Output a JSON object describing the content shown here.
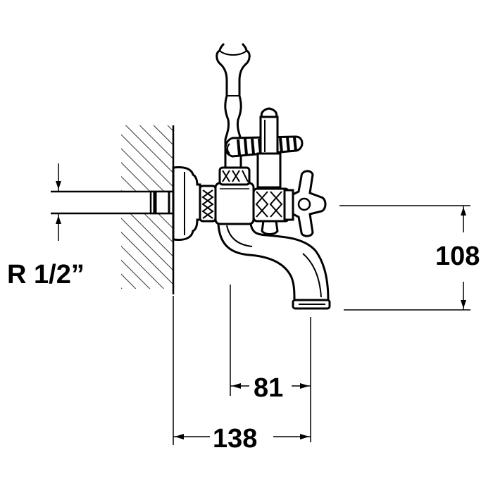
{
  "drawing": {
    "thread_label": "R 1/2”",
    "dimensions": {
      "height": "108",
      "spout_reach": "81",
      "total_reach": "138"
    }
  }
}
